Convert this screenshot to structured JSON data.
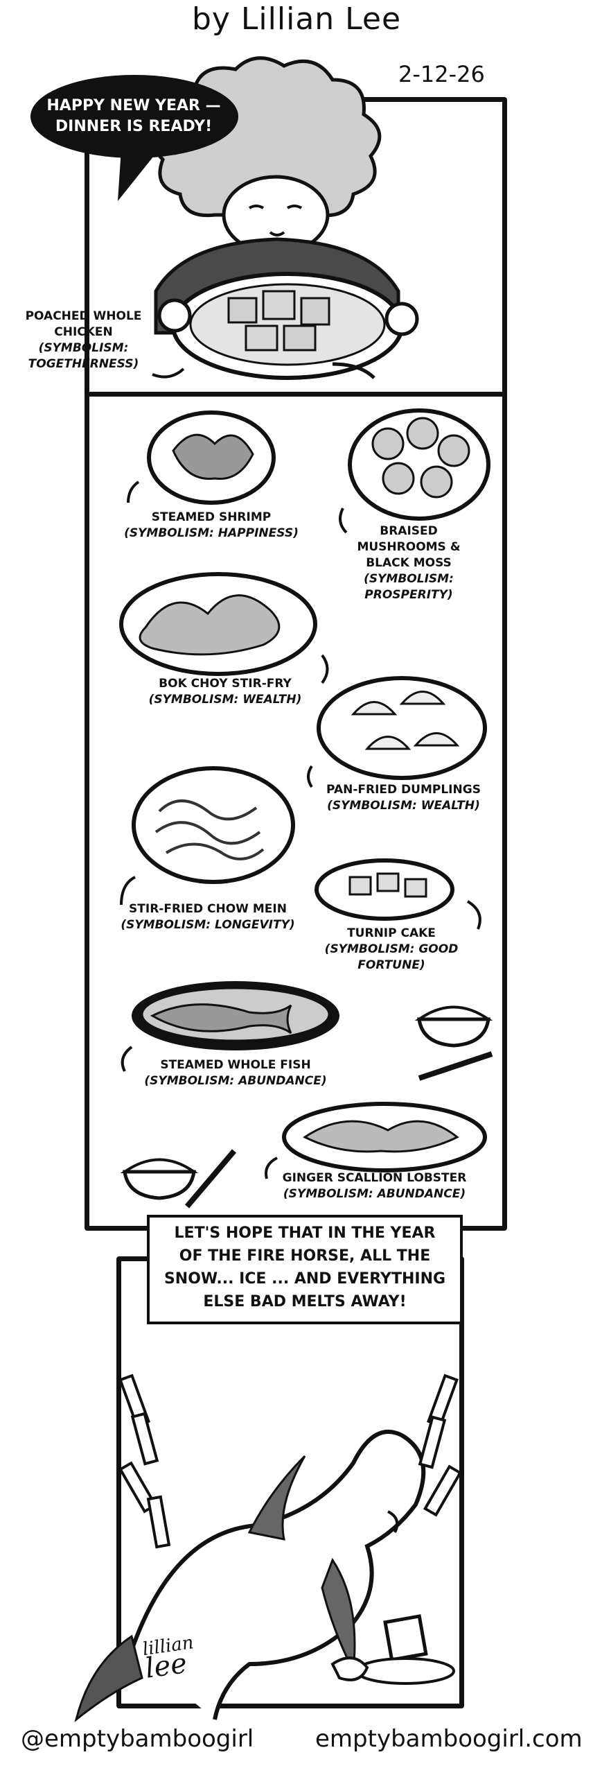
{
  "header": {
    "byline": "by Lillian Lee",
    "date": "2-12-26"
  },
  "panel1": {
    "speech": "HAPPY NEW YEAR — DINNER IS READY!",
    "chicken_name": "POACHED WHOLE CHICKEN",
    "chicken_symbol": "(SYMBOLISM: TOGETHERNESS)"
  },
  "dishes": [
    {
      "name": "STEAMED SHRIMP",
      "symbol": "(SYMBOLISM: HAPPINESS)"
    },
    {
      "name": "BRAISED MUSHROOMS & BLACK MOSS",
      "symbol": "(SYMBOLISM: PROSPERITY)"
    },
    {
      "name": "BOK CHOY STIR-FRY",
      "symbol": "(SYMBOLISM: WEALTH)"
    },
    {
      "name": "PAN-FRIED DUMPLINGS",
      "symbol": "(SYMBOLISM: WEALTH)"
    },
    {
      "name": "STIR-FRIED CHOW MEIN",
      "symbol": "(SYMBOLISM: LONGEVITY)"
    },
    {
      "name": "TURNIP CAKE",
      "symbol": "(SYMBOLISM: GOOD FORTUNE)"
    },
    {
      "name": "STEAMED WHOLE FISH",
      "symbol": "(SYMBOLISM: ABUNDANCE)"
    },
    {
      "name": "GINGER SCALLION LOBSTER",
      "symbol": "(SYMBOLISM: ABUNDANCE)"
    }
  ],
  "panel3": {
    "caption_line1": "LET'S HOPE THAT IN THE YEAR",
    "caption_line2": "OF THE FIRE HORSE, ALL THE",
    "caption_line3": "SNOW... ICE ... AND EVERYTHING",
    "caption_line4": "ELSE BAD MELTS AWAY!"
  },
  "footer": {
    "handle": "@emptybamboogirl",
    "site": "emptybamboogirl.com"
  }
}
